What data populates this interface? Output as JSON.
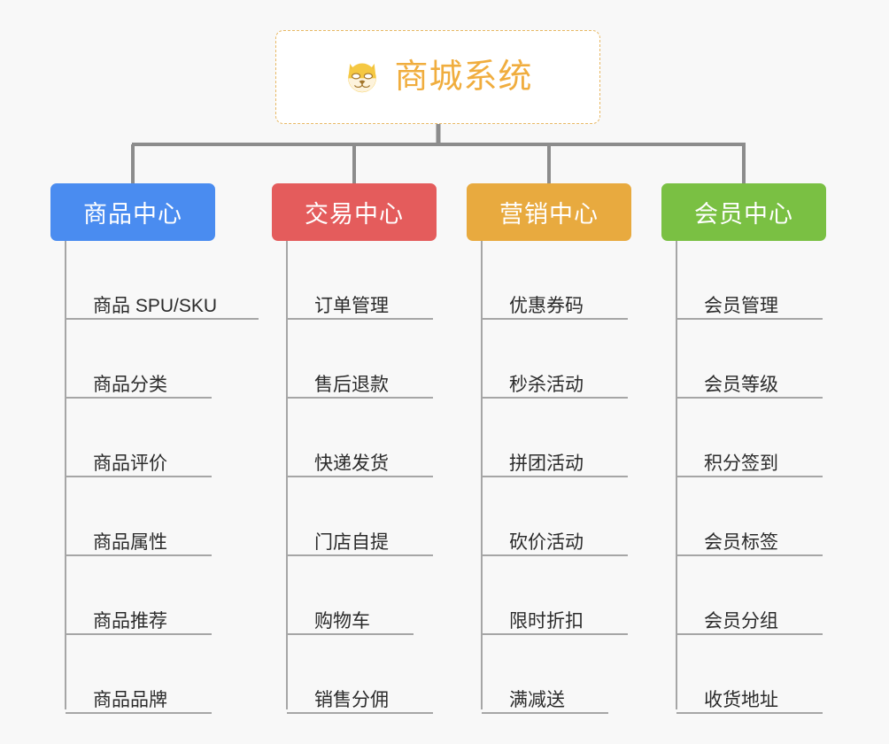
{
  "page": {
    "background_color": "#f8f8f8",
    "type": "organization-chart"
  },
  "root": {
    "title": "商城系统",
    "icon": "shiba-inu-dog-face-icon",
    "border_color": "#e8b864",
    "text_color": "#f0ad3e",
    "background_color": "#ffffff"
  },
  "connector": {
    "color": "#8c8c8c"
  },
  "columns": [
    {
      "title": "商品中心",
      "color": "#4a8cf0",
      "items": [
        {
          "label": "商品 SPU/SKU"
        },
        {
          "label": "商品分类"
        },
        {
          "label": "商品评价"
        },
        {
          "label": "商品属性"
        },
        {
          "label": "商品推荐"
        },
        {
          "label": "商品品牌"
        }
      ]
    },
    {
      "title": "交易中心",
      "color": "#e45c5c",
      "items": [
        {
          "label": "订单管理"
        },
        {
          "label": "售后退款"
        },
        {
          "label": "快递发货"
        },
        {
          "label": "门店自提"
        },
        {
          "label": "购物车"
        },
        {
          "label": "销售分佣"
        }
      ]
    },
    {
      "title": "营销中心",
      "color": "#e8aa3f",
      "items": [
        {
          "label": "优惠券码"
        },
        {
          "label": "秒杀活动"
        },
        {
          "label": "拼团活动"
        },
        {
          "label": "砍价活动"
        },
        {
          "label": "限时折扣"
        },
        {
          "label": "满减送"
        }
      ]
    },
    {
      "title": "会员中心",
      "color": "#7ac043",
      "items": [
        {
          "label": "会员管理"
        },
        {
          "label": "会员等级"
        },
        {
          "label": "积分签到"
        },
        {
          "label": "会员标签"
        },
        {
          "label": "会员分组"
        },
        {
          "label": "收货地址"
        }
      ]
    }
  ]
}
